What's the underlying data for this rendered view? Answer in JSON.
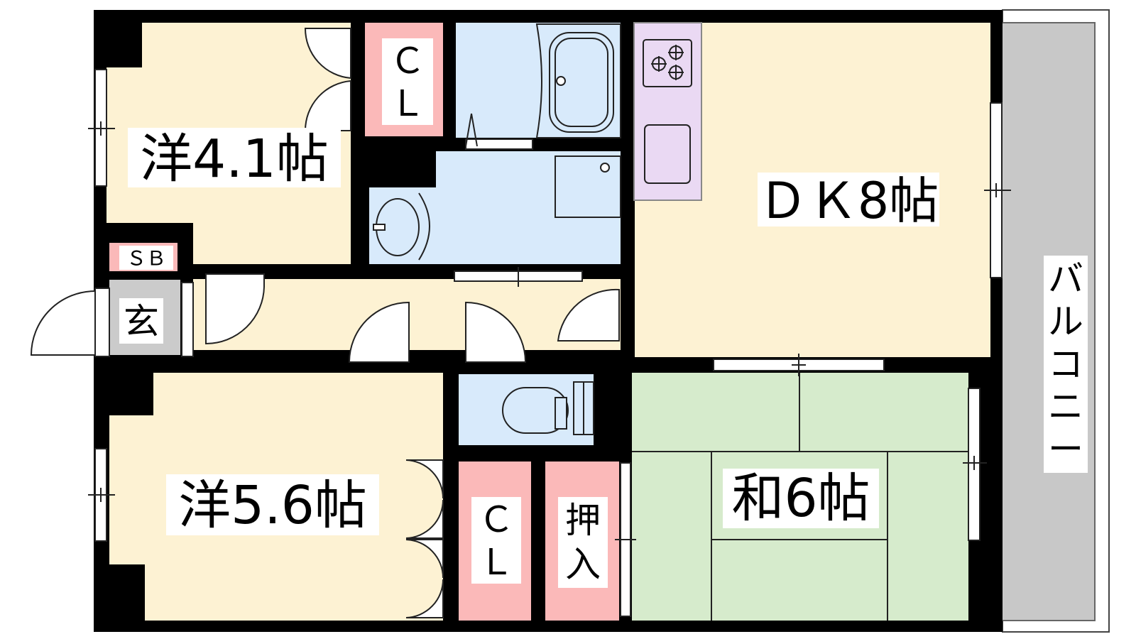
{
  "colors": {
    "wall": "#000000",
    "room_western": "#fdf2d3",
    "closet": "#fbb9b9",
    "wet_area": "#d8eafb",
    "kitchen": "#ead9f3",
    "tatami": "#d6ebcc",
    "entrance": "#cbcbcb",
    "balcony": "#c8c8c8",
    "label_bg": "#ffffff"
  },
  "rooms": {
    "western_1": "洋4.1帖",
    "western_2": "洋5.6帖",
    "dining_kitchen": "ＤＫ8帖",
    "japanese": "和6帖",
    "closet_1_top": "Ｃ",
    "closet_1_bottom": "Ｌ",
    "closet_2_top": "Ｃ",
    "closet_2_bottom": "Ｌ",
    "oshiire_top": "押",
    "oshiire_bottom": "入",
    "shoe_box": "ＳＢ",
    "entrance": "玄",
    "balcony": [
      "バ",
      "ル",
      "コ",
      "ニ",
      "ー"
    ]
  }
}
